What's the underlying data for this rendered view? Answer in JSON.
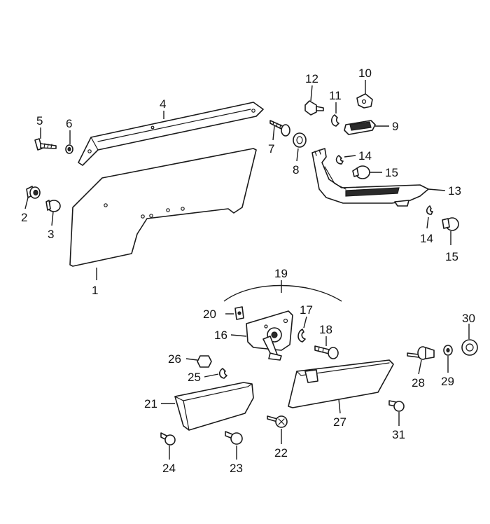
{
  "callouts": [
    {
      "id": "c1",
      "text": "1"
    },
    {
      "id": "c2",
      "text": "2"
    },
    {
      "id": "c3",
      "text": "3"
    },
    {
      "id": "c4",
      "text": "4"
    },
    {
      "id": "c5",
      "text": "5"
    },
    {
      "id": "c6",
      "text": "6"
    },
    {
      "id": "c7",
      "text": "7"
    },
    {
      "id": "c8",
      "text": "8"
    },
    {
      "id": "c9",
      "text": "9"
    },
    {
      "id": "c10",
      "text": "10"
    },
    {
      "id": "c11",
      "text": "11"
    },
    {
      "id": "c12",
      "text": "12"
    },
    {
      "id": "c13",
      "text": "13"
    },
    {
      "id": "c14a",
      "text": "14"
    },
    {
      "id": "c14b",
      "text": "14"
    },
    {
      "id": "c15a",
      "text": "15"
    },
    {
      "id": "c15b",
      "text": "15"
    },
    {
      "id": "c16",
      "text": "16"
    },
    {
      "id": "c17",
      "text": "17"
    },
    {
      "id": "c18",
      "text": "18"
    },
    {
      "id": "c19",
      "text": "19"
    },
    {
      "id": "c20",
      "text": "20"
    },
    {
      "id": "c21",
      "text": "21"
    },
    {
      "id": "c22",
      "text": "22"
    },
    {
      "id": "c23",
      "text": "23"
    },
    {
      "id": "c24",
      "text": "24"
    },
    {
      "id": "c25",
      "text": "25"
    },
    {
      "id": "c26",
      "text": "26"
    },
    {
      "id": "c27",
      "text": "27"
    },
    {
      "id": "c28",
      "text": "28"
    },
    {
      "id": "c29",
      "text": "29"
    },
    {
      "id": "c30",
      "text": "30"
    },
    {
      "id": "c31",
      "text": "31"
    }
  ]
}
